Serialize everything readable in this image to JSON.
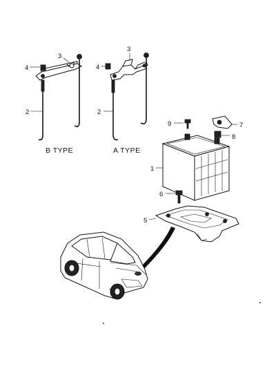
{
  "captions": {
    "b_type": "B TYPE",
    "a_type": "A TYPE"
  },
  "callouts": {
    "c1": "1",
    "c2_b": "2",
    "c2_a": "2",
    "c3_b": "3",
    "c3_a": "3",
    "c4_b": "4",
    "c4_a": "4",
    "c5": "5",
    "c6": "6",
    "c7": "7",
    "c8": "8",
    "c9": "9"
  }
}
